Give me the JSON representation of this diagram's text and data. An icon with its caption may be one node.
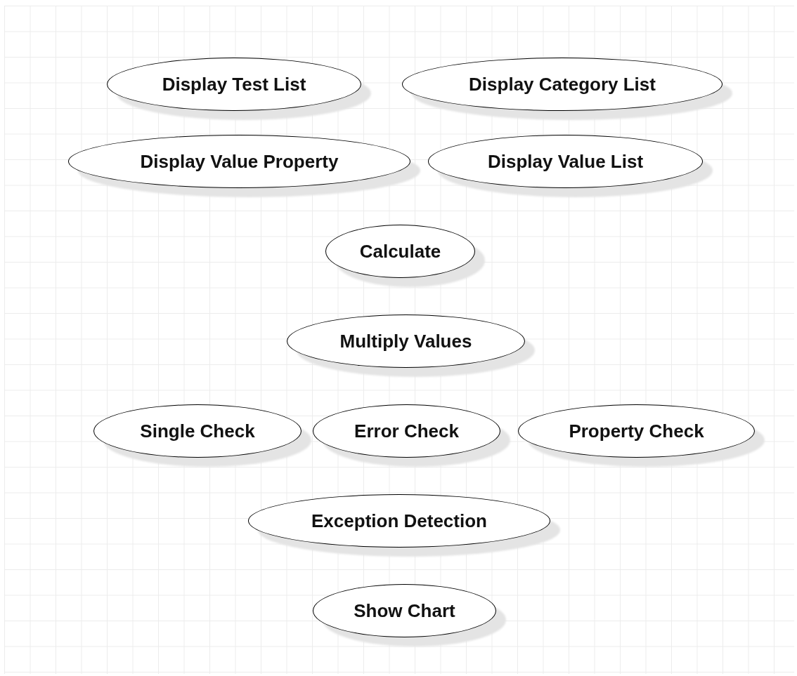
{
  "diagram": {
    "nodes": [
      {
        "text": [
          "Display Test List"
        ]
      },
      {
        "text": [
          "Display Category List"
        ]
      },
      {
        "text": [
          "Display Value Property"
        ]
      },
      {
        "text": [
          "Display Value List"
        ]
      },
      {
        "text": [
          "Calculate"
        ]
      },
      {
        "text": [
          "Multiply Values"
        ]
      },
      {
        "text": [
          "Single Check"
        ]
      },
      {
        "text": [
          "Error Check"
        ]
      },
      {
        "text": [
          "Property Check"
        ]
      },
      {
        "text": [
          "Exception Detection"
        ]
      },
      {
        "text": [
          "Show Chart"
        ]
      }
    ]
  }
}
